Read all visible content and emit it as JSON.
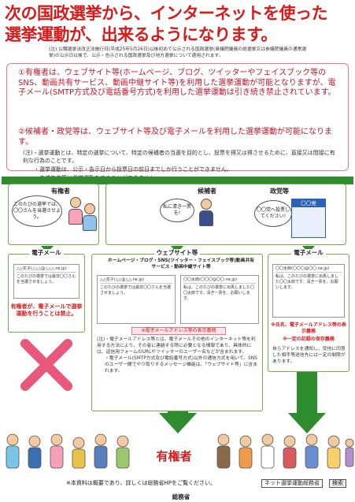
{
  "title": {
    "line1": "次の国政選挙から、インターネットを使った",
    "line2": "選挙運動が、出来るようになります。"
  },
  "intro_note": "(注) 公職選挙法改正法施行日(平成25年5月26日)以後初めて公示される国政選挙(衆議院議員の総選挙又は参議院議員の通常選挙)の公示日以後で、公示・告示される国政選挙及び地方選挙について適用されます。",
  "summary": {
    "item1": "①有権者は、ウェブサイト等(ホームページ、ブログ、ツイッターやフェイスブック等のSNS、動画共有サービス、動画中継サイト等)を利用した選挙運動が可能となりますが、電子メール(SMTP方式及び電話番号方式)を利用した選挙運動は引き続き禁止されています。",
    "item2": "②候補者・政党等は、ウェブサイト等及び電子メールを利用した選挙運動が可能になります。",
    "notes": [
      "(注)・選挙運動とは、特定の選挙について、特定の候補者の当選を目的とし、投票を得又は得させるために、直接又は間接に有利な行為のことです。",
      "・選挙運動は、公示・告示日から投票日の前日までしか行うことができません。",
      "・未成年者等は選挙運動をすることができません。"
    ]
  },
  "actors": {
    "voter_label": "有権者",
    "voter_bubble": "このたびの選挙では、〇〇さんを当選させよう。",
    "candidate_label": "候補者",
    "candidate_bubble": "私に清き一票を!",
    "party_label": "政党等",
    "party_bubble": "〇〇党へ投票してください!",
    "party_sign": "〇〇党"
  },
  "columns": {
    "email_label": "電子メール",
    "website_label": "ウェブサイト等",
    "website_sub": "ホームページ・ブログ・SNS(ツイッター・フェイスブック等)動画共有サービス・動画中継サイト等",
    "email2_label": "電子メール"
  },
  "voter_email": {
    "to": "△△花子(△△△@△△△.ne.jp)",
    "body": "このたびの選挙では最非〇〇さんを当選させましょう。",
    "warning": "有権者が、電子メールで選挙運動を行うことは禁止。"
  },
  "web_voter_post": {
    "name": "△△花子",
    "handle": "(△△@△△.ne.jp)",
    "body": "このたびの選挙では最非〇〇さんを当選させましょう。"
  },
  "web_candidate_post": {
    "name": "〇〇太郎",
    "handle": "(〇〇〇@〇〇.ne.jp)",
    "body": "私は、このたびの選挙に出馬しました〇〇太郎です。清き一票を、お願いします。"
  },
  "website_requirement": "※電子メールアドレス等の表示義務",
  "website_notes": [
    "(注)・電子メールアドレス等とは、電子メールその他のインターネット等を利用する方法により、その者に連絡する際に必要となる情報であり、具体的には、返信用フォームのURLやツイッターのユーザー名などが含まれます。",
    "・電子メール(SMTP方式及び電話番号方式)以外の通信方式を用いて、SNSのユーザー間でやり取りするメッセージ機能は、「ウェブサイト等」に含まれます。"
  ],
  "candidate_email": {
    "to": "〇〇太郎(〇〇〇@〇〇.ne.jp)",
    "body": "私は、このたびの選挙に出馬しました〇〇太郎です。清き一票を、お願いします。",
    "note1": "※氏名、電子メールアドレス等の表示義務",
    "note2": "※一定の記録の保存義務",
    "note3": "自らアドレスを通知し、受信に同意した相手等送信先には一定の制限があります。"
  },
  "voters_bottom": "有権者",
  "footer": {
    "note": "※本資料は概要であり、詳しくは総務省HPをご覧ください。",
    "search_text": "ネット選挙運動総務省",
    "search_button": "検索",
    "ministry": "総務省"
  },
  "colors": {
    "accent_red": "#d81a1a",
    "green": "#2e8b2e",
    "pink_border": "#e77a8a",
    "blue": "#2a62b8"
  }
}
